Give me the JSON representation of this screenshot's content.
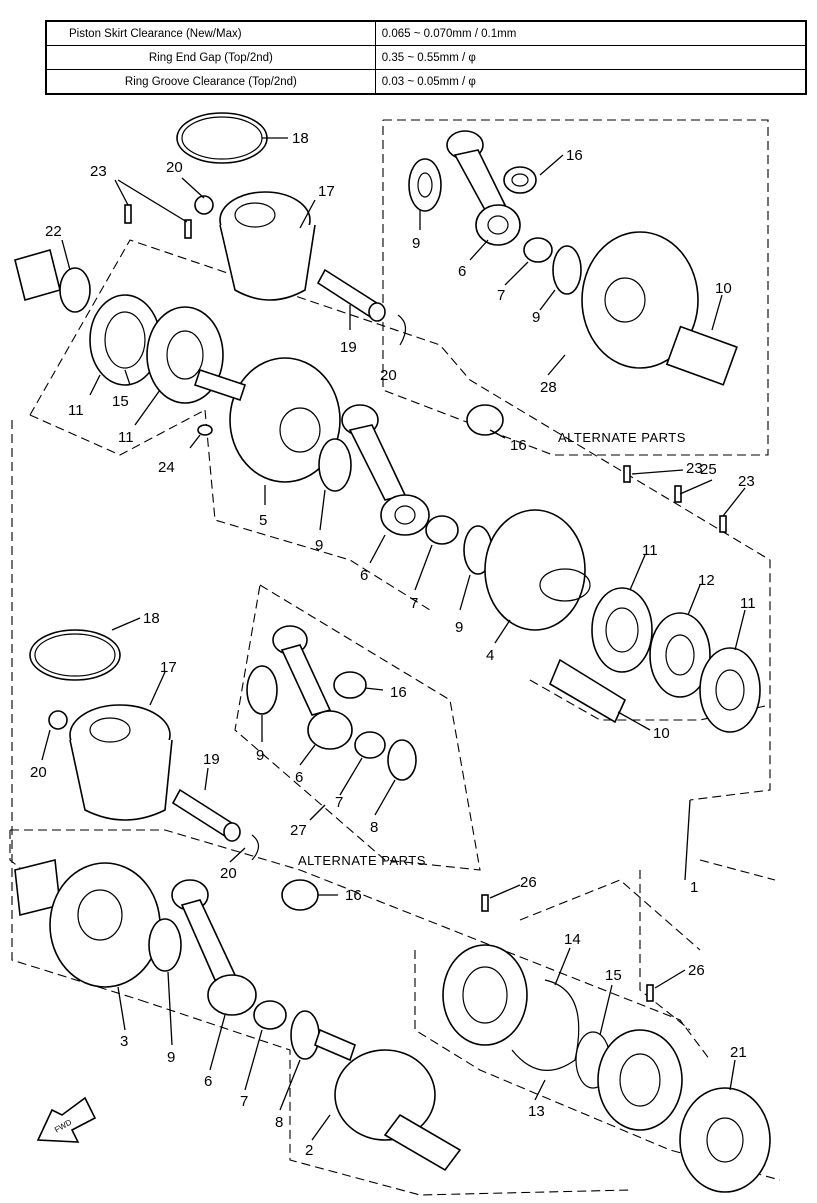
{
  "spec_table": {
    "rows": [
      {
        "label": "Piston Skirt Clearance (New/Max)",
        "value": "0.065 ~ 0.070mm / 0.1mm"
      },
      {
        "label": "Ring End Gap (Top/2nd)",
        "value": "0.35 ~ 0.55mm / φ"
      },
      {
        "label": "Ring Groove Clearance (Top/2nd)",
        "value": "0.03 ~ 0.05mm / φ"
      }
    ]
  },
  "alternate_label": "ALTERNATE PARTS",
  "fwd_label": "FWD",
  "callouts": {
    "c18a": "18",
    "c23a": "23",
    "c20a": "20",
    "c17a": "17",
    "c22": "22",
    "c19a": "19",
    "c20b": "20",
    "c11a": "11",
    "c15a": "15",
    "c11b": "11",
    "c24": "24",
    "c5": "5",
    "c9a": "9",
    "c16a": "16",
    "c6a": "6",
    "c7a": "7",
    "c9b": "9",
    "c4": "4",
    "c16b": "16",
    "c9c": "9",
    "c6b": "6",
    "c7b": "7",
    "c9d": "9",
    "c10a": "10",
    "c28": "28",
    "c23b": "23",
    "c25": "25",
    "c23c": "23",
    "c11c": "11",
    "c12": "12",
    "c11d": "11",
    "c10b": "10",
    "c18b": "18",
    "c17b": "17",
    "c20c": "20",
    "c19b": "19",
    "c20d": "20",
    "c16c": "16",
    "c9e": "9",
    "c6c": "6",
    "c7c": "7",
    "c8a": "8",
    "c27": "27",
    "c1": "1",
    "c16d": "16",
    "c3": "3",
    "c9f": "9",
    "c6d": "6",
    "c7d": "7",
    "c8b": "8",
    "c2": "2",
    "c26a": "26",
    "c14": "14",
    "c15b": "15",
    "c26b": "26",
    "c21": "21",
    "c13": "13"
  }
}
